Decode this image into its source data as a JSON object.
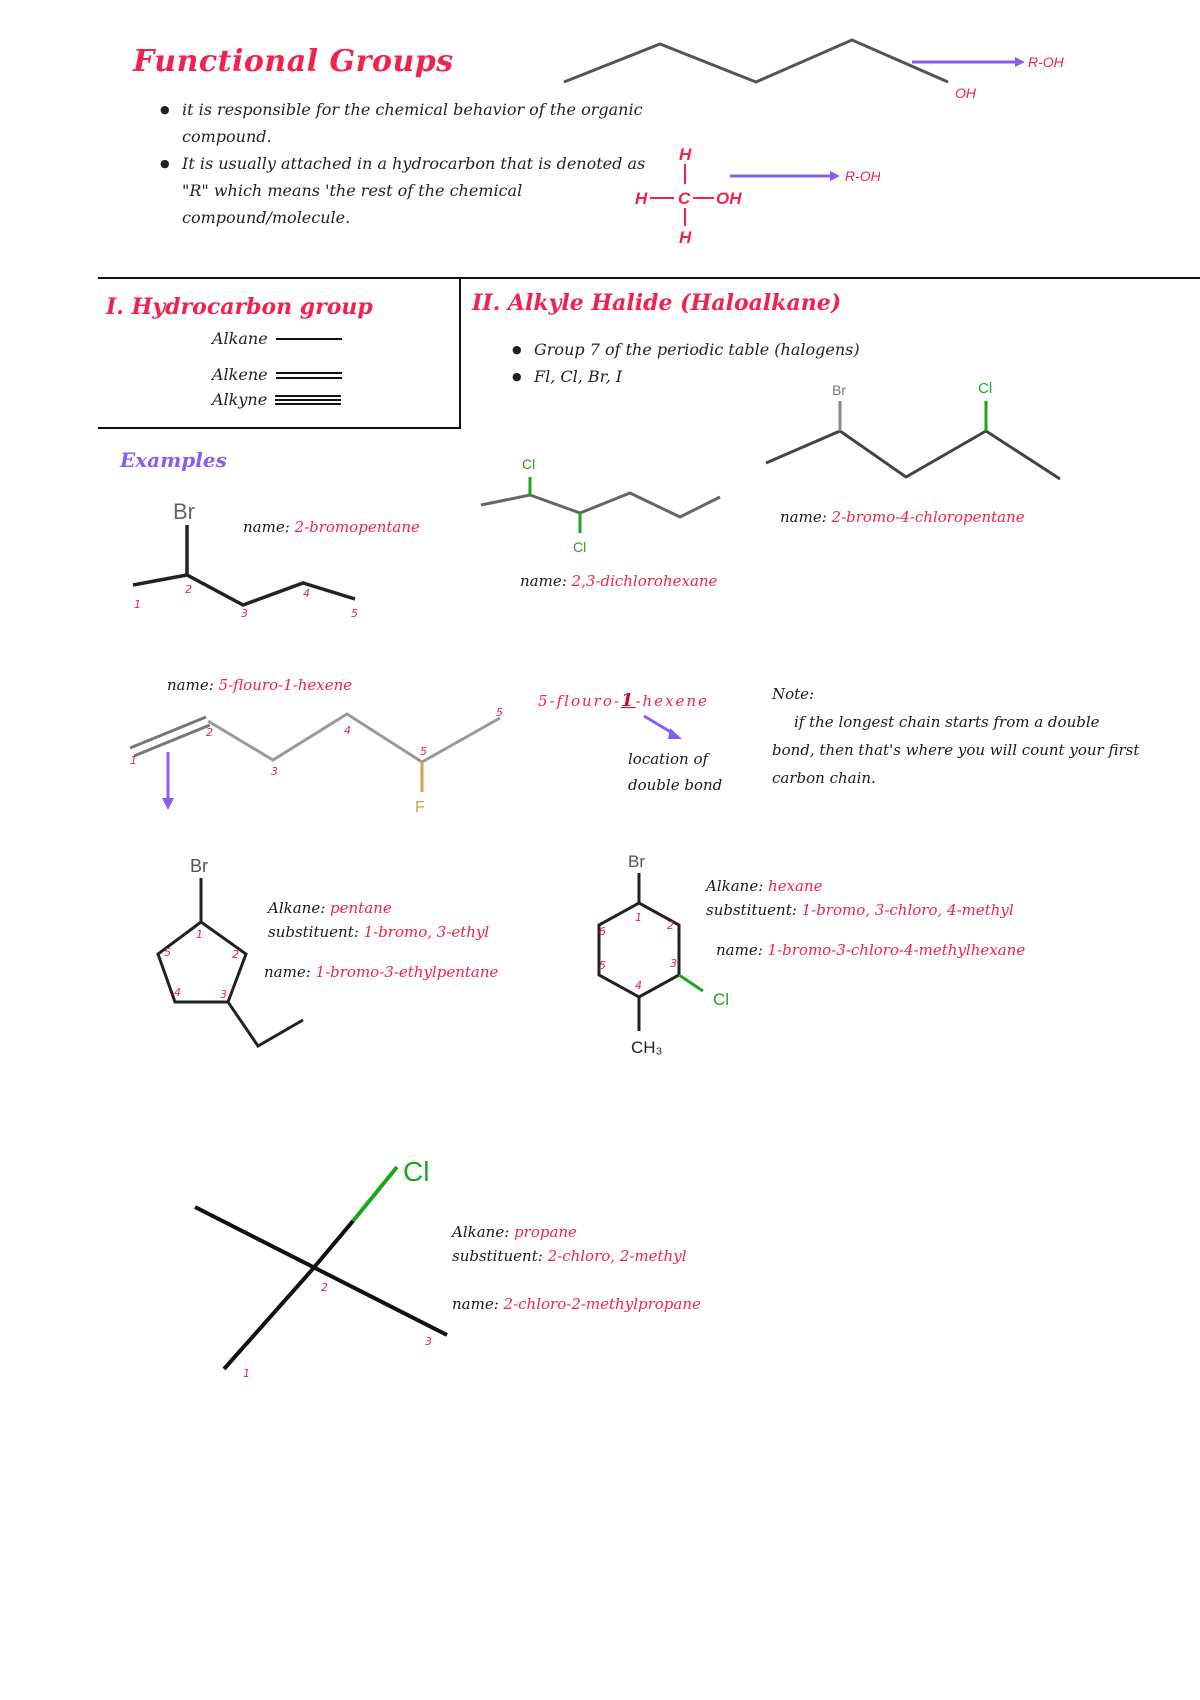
{
  "header": {
    "title": "Functional Groups",
    "bullets": [
      "it is responsible for the chemical behavior of the organic compound.",
      "It is usually attached in a hydrocarbon that is denoted as \"R\" which means 'the rest of the chemical compound/molecule."
    ],
    "fig1": {
      "oh_label": "OH",
      "arrow_label": "R-OH"
    },
    "fig2": {
      "h": "H",
      "c": "C",
      "oh": "OH",
      "arrow_label": "R-OH"
    }
  },
  "section1": {
    "title": "I. Hydrocarbon group",
    "items": [
      "Alkane",
      "Alkene",
      "Alkyne"
    ]
  },
  "section2": {
    "title": "II. Alkyle Halide (Haloalkane)",
    "bullets": [
      "Group 7 of the periodic table (halogens)",
      "Fl, Cl, Br, I"
    ]
  },
  "examples_label": "Examples",
  "ex1": {
    "name_label": "name:",
    "name": "2-bromopentane",
    "atom": "Br",
    "nums": [
      "1",
      "2",
      "3",
      "4",
      "5"
    ]
  },
  "ex2": {
    "name_label": "name:",
    "name": "2,3-dichlorohexane",
    "atom1": "Cl",
    "atom2": "Cl"
  },
  "ex3": {
    "name_label": "name:",
    "name": "2-bromo-4-chloropentane",
    "atom1": "Br",
    "atom2": "Cl"
  },
  "ex4": {
    "name_label": "name:",
    "name": "5-flouro-1-hexene",
    "atom": "F",
    "nums": [
      "1",
      "2",
      "3",
      "4",
      "5",
      "5"
    ],
    "highlight_pre": "5-flouro-",
    "highlight_num": "1",
    "highlight_post": "-hexene",
    "location_line1": "location of",
    "location_line2": "double bond"
  },
  "note": {
    "label": "Note:",
    "text": "if the longest chain starts from a double bond, then that's where you will count your first carbon chain."
  },
  "ex5": {
    "atom": "Br",
    "nums": [
      "1",
      "2",
      "3",
      "4",
      "5"
    ],
    "alkane_label": "Alkane:",
    "alkane": "pentane",
    "subst_label": "substituent:",
    "subst": "1-bromo, 3-ethyl",
    "name_label": "name:",
    "name": "1-bromo-3-ethylpentane"
  },
  "ex6": {
    "atom_br": "Br",
    "atom_cl": "Cl",
    "atom_ch3": "CH₃",
    "nums": [
      "1",
      "2",
      "3",
      "4",
      "5",
      "6"
    ],
    "alkane_label": "Alkane:",
    "alkane": "hexane",
    "subst_label": "substituent:",
    "subst": "1-bromo, 3-chloro, 4-methyl",
    "name_label": "name:",
    "name": "1-bromo-3-chloro-4-methylhexane"
  },
  "ex7": {
    "atom": "Cl",
    "nums": [
      "1",
      "2",
      "3"
    ],
    "alkane_label": "Alkane:",
    "alkane": "propane",
    "subst_label": "substituent:",
    "subst": "2-chloro, 2-methyl",
    "name_label": "name:",
    "name": "2-chloro-2-methylpropane"
  },
  "colors": {
    "accent": "#f0224f",
    "purple": "#8a5cf6",
    "chlorine": "#1aa81a",
    "fluorine": "#d4a24a",
    "bond": "#6b6b6b"
  }
}
